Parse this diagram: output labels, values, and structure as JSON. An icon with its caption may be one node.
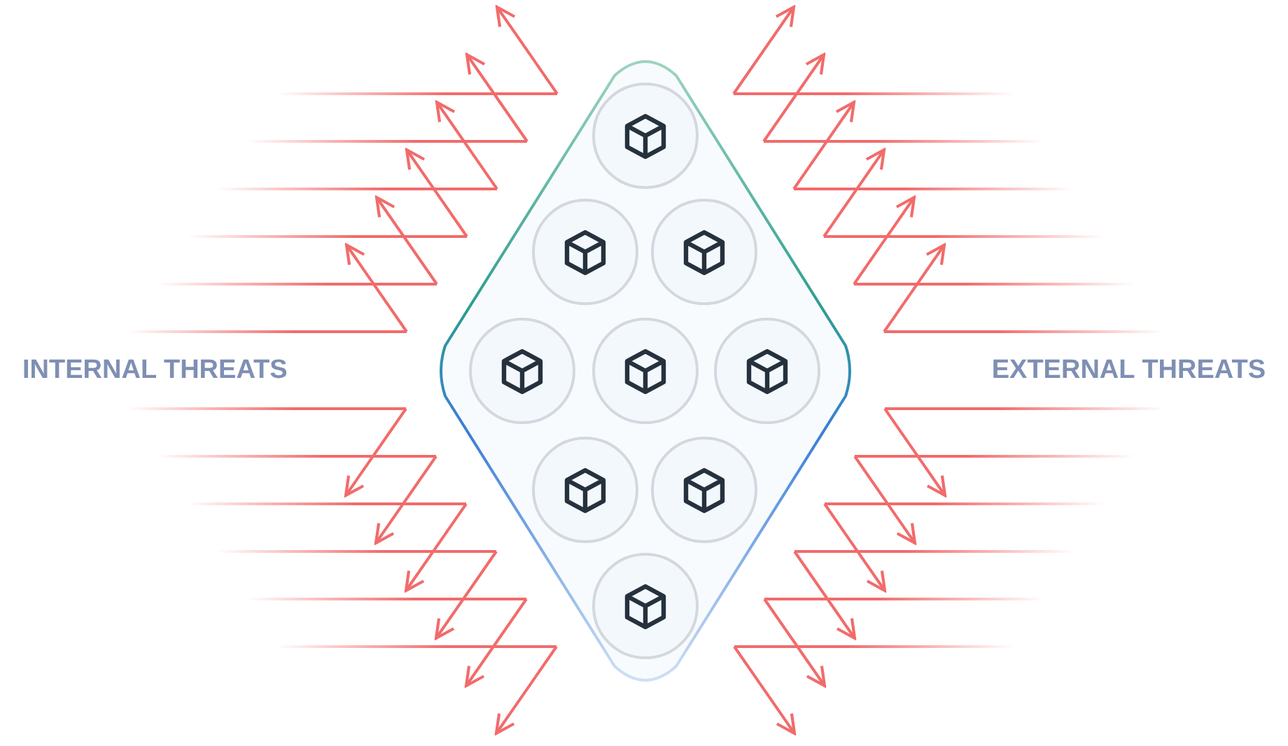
{
  "diagram": {
    "nodes": [
      {
        "text": [],
        "shape": "diamond"
      },
      {
        "text": [],
        "shape": "picture",
        "in": 0
      },
      {
        "text": [],
        "shape": "picture",
        "in": 0
      },
      {
        "text": [],
        "shape": "picture",
        "in": 0
      },
      {
        "text": [],
        "shape": "picture",
        "in": 0
      },
      {
        "text": [],
        "shape": "picture",
        "in": 0
      },
      {
        "text": [],
        "shape": "picture",
        "in": 0
      },
      {
        "text": [],
        "shape": "picture",
        "in": 0
      },
      {
        "text": [],
        "shape": "picture",
        "in": 0
      },
      {
        "text": [],
        "shape": "picture",
        "in": 0
      }
    ],
    "labels": [
      "INTERNAL THREATS",
      "EXTERNAL THREATS"
    ]
  }
}
